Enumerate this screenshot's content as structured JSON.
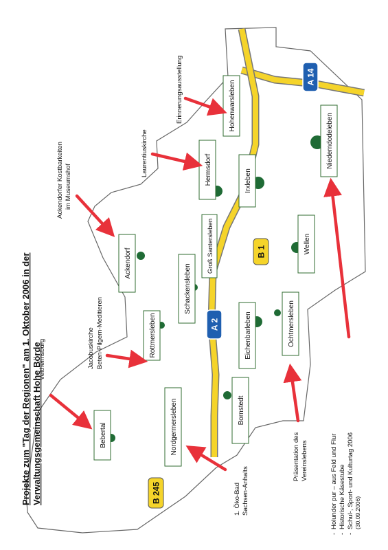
{
  "title": {
    "line1": "Projekte zum \"Tag der Regionen\" am 1. Oktober 2006 in der",
    "line2": "Verwaltungsgemeinschaft Hohe Börde"
  },
  "roads": {
    "a14": "A 14",
    "a2": "A 2",
    "b1": "B 1",
    "b245": "B 245"
  },
  "places": {
    "bebertal": "Bebertal",
    "nordgermersleben": "Nordgermersleben",
    "rottmersleben": "Rottmersleben",
    "ackendorf": "Ackendorf",
    "schackensleben": "Schackensleben",
    "gross_santersleben": "Groß Santersleben",
    "hermsdorf": "Hermsdorf",
    "hohenwarsleben": "Hohenwarsleben",
    "irxleben": "Irxleben",
    "bornstedt": "Bornstedt",
    "eichenbarleben": "Eichenbarleben",
    "ochtmersleben": "Ochtmersleben",
    "wellen": "Wellen",
    "niederndodeleben": "Niederndodeleben"
  },
  "annotations": {
    "veltheimsburg": "Veltheimsburg",
    "jacobuskirche_1": "Jacobuskirche",
    "jacobuskirche_2": "Beten-Pilgern-Meditieren",
    "ackendorfer_1": "Ackendorfer Kostbarkeiten",
    "ackendorfer_2": "im Museumshof",
    "laurentiuskirche": "Laurentiuskirche",
    "erinnerung": "Erinnerungsausstellung",
    "oekobad_1": "1. Öko-Bad",
    "oekobad_2": "Sachsen-Anhalts",
    "praesentation_1": "Präsentation des",
    "praesentation_2": "Vereinslebens"
  },
  "legend": {
    "item1": "Holunder pur – aus Feld und Flur",
    "item2": "Historische Käsestube",
    "item3": "Schul-, Sport- und Kulturtag 2006",
    "item3_date": "(30.09.2006)"
  },
  "colors": {
    "arrow": "#e8313a",
    "highway": "#f5d42a",
    "highway_edge": "#777777",
    "shield_blue": "#1f5fb0",
    "shield_yellow": "#f5d42a",
    "tree": "#1f6b35",
    "box_border": "#2f6b2f"
  }
}
